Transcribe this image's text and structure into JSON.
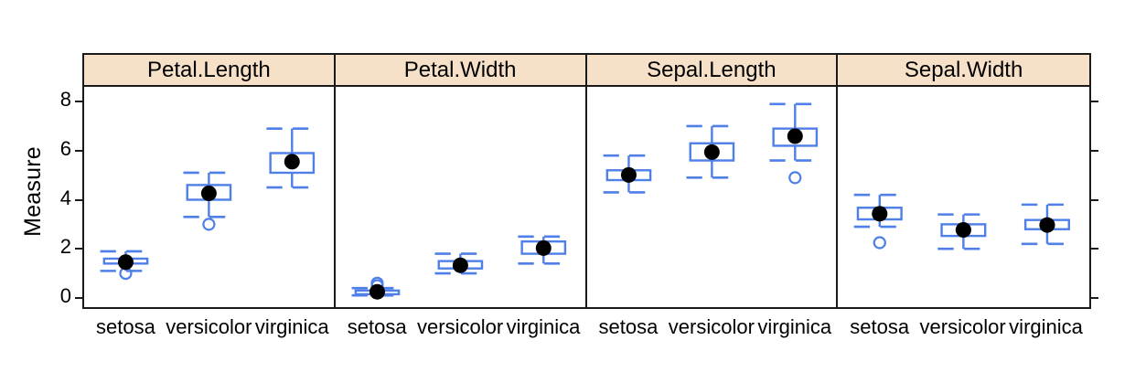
{
  "axis": {
    "ylabel": "Measure",
    "yticks": [
      0,
      2,
      4,
      6,
      8
    ],
    "ylim": [
      -0.45,
      8.6
    ],
    "xcategories": [
      "setosa",
      "versicolor",
      "virginica"
    ]
  },
  "style": {
    "box_color": "#4f7fe8",
    "mean_color": "#000000",
    "strip_fill": "#f7e0c8",
    "frame_color": "#1a1a1a",
    "panel_fill": "#ffffff"
  },
  "chart_data": {
    "type": "box",
    "title": "",
    "xlabel": "",
    "ylabel": "Measure",
    "ylim": [
      -0.45,
      8.6
    ],
    "yticks": [
      0,
      2,
      4,
      6,
      8
    ],
    "grid": false,
    "legend": "none",
    "groups": [
      "setosa",
      "versicolor",
      "virginica"
    ],
    "panels": [
      {
        "label": "Petal.Length",
        "boxes": [
          {
            "group": "setosa",
            "lower_whisker": 1.1,
            "q1": 1.4,
            "median": 1.5,
            "q3": 1.6,
            "upper_whisker": 1.9,
            "mean": 1.46,
            "outliers": [
              1.0
            ]
          },
          {
            "group": "versicolor",
            "lower_whisker": 3.3,
            "q1": 4.0,
            "median": 4.35,
            "q3": 4.6,
            "upper_whisker": 5.1,
            "mean": 4.26,
            "outliers": [
              3.0
            ]
          },
          {
            "group": "virginica",
            "lower_whisker": 4.5,
            "q1": 5.1,
            "median": 5.55,
            "q3": 5.9,
            "upper_whisker": 6.9,
            "mean": 5.55,
            "outliers": []
          }
        ]
      },
      {
        "label": "Petal.Width",
        "boxes": [
          {
            "group": "setosa",
            "lower_whisker": 0.1,
            "q1": 0.2,
            "median": 0.2,
            "q3": 0.3,
            "upper_whisker": 0.4,
            "mean": 0.25,
            "outliers": [
              0.5,
              0.6
            ]
          },
          {
            "group": "versicolor",
            "lower_whisker": 1.0,
            "q1": 1.2,
            "median": 1.3,
            "q3": 1.5,
            "upper_whisker": 1.8,
            "mean": 1.33,
            "outliers": []
          },
          {
            "group": "virginica",
            "lower_whisker": 1.4,
            "q1": 1.8,
            "median": 2.0,
            "q3": 2.3,
            "upper_whisker": 2.5,
            "mean": 2.03,
            "outliers": []
          }
        ]
      },
      {
        "label": "Sepal.Length",
        "boxes": [
          {
            "group": "setosa",
            "lower_whisker": 4.3,
            "q1": 4.8,
            "median": 5.0,
            "q3": 5.2,
            "upper_whisker": 5.8,
            "mean": 5.01,
            "outliers": []
          },
          {
            "group": "versicolor",
            "lower_whisker": 4.9,
            "q1": 5.6,
            "median": 5.9,
            "q3": 6.3,
            "upper_whisker": 7.0,
            "mean": 5.94,
            "outliers": []
          },
          {
            "group": "virginica",
            "lower_whisker": 5.6,
            "q1": 6.2,
            "median": 6.5,
            "q3": 6.9,
            "upper_whisker": 7.9,
            "mean": 6.59,
            "outliers": [
              4.9
            ]
          }
        ]
      },
      {
        "label": "Sepal.Width",
        "boxes": [
          {
            "group": "setosa",
            "lower_whisker": 2.9,
            "q1": 3.2,
            "median": 3.4,
            "q3": 3.675,
            "upper_whisker": 4.2,
            "mean": 3.43,
            "outliers": [
              2.25
            ]
          },
          {
            "group": "versicolor",
            "lower_whisker": 2.0,
            "q1": 2.525,
            "median": 2.8,
            "q3": 3.0,
            "upper_whisker": 3.4,
            "mean": 2.77,
            "outliers": []
          },
          {
            "group": "virginica",
            "lower_whisker": 2.2,
            "q1": 2.8,
            "median": 3.0,
            "q3": 3.175,
            "upper_whisker": 3.8,
            "mean": 2.97,
            "outliers": []
          }
        ]
      }
    ]
  }
}
